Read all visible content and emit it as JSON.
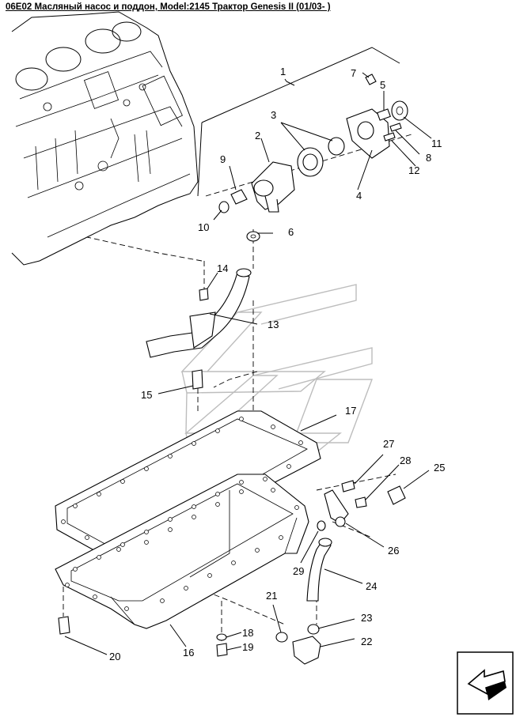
{
  "header": {
    "title": "06E02 Масляный насос и поддон, Model:2145 Трактор Genesis II (01/03- )"
  },
  "callouts": [
    {
      "id": "1",
      "text": "1"
    },
    {
      "id": "2",
      "text": "2"
    },
    {
      "id": "3",
      "text": "3"
    },
    {
      "id": "4",
      "text": "4"
    },
    {
      "id": "5",
      "text": "5"
    },
    {
      "id": "6",
      "text": "6"
    },
    {
      "id": "7",
      "text": "7"
    },
    {
      "id": "8",
      "text": "8"
    },
    {
      "id": "9",
      "text": "9"
    },
    {
      "id": "10",
      "text": "10"
    },
    {
      "id": "11",
      "text": "11"
    },
    {
      "id": "12",
      "text": "12"
    },
    {
      "id": "13",
      "text": "13"
    },
    {
      "id": "14",
      "text": "14"
    },
    {
      "id": "15",
      "text": "15"
    },
    {
      "id": "16",
      "text": "16"
    },
    {
      "id": "17",
      "text": "17"
    },
    {
      "id": "18",
      "text": "18"
    },
    {
      "id": "19",
      "text": "19"
    },
    {
      "id": "20",
      "text": "20"
    },
    {
      "id": "21",
      "text": "21"
    },
    {
      "id": "22",
      "text": "22"
    },
    {
      "id": "23",
      "text": "23"
    },
    {
      "id": "24",
      "text": "24"
    },
    {
      "id": "25",
      "text": "25"
    },
    {
      "id": "26",
      "text": "26"
    },
    {
      "id": "27",
      "text": "27"
    },
    {
      "id": "28",
      "text": "28"
    },
    {
      "id": "29",
      "text": "29"
    }
  ],
  "nav": {
    "back_icon": "arrow-back-icon"
  }
}
